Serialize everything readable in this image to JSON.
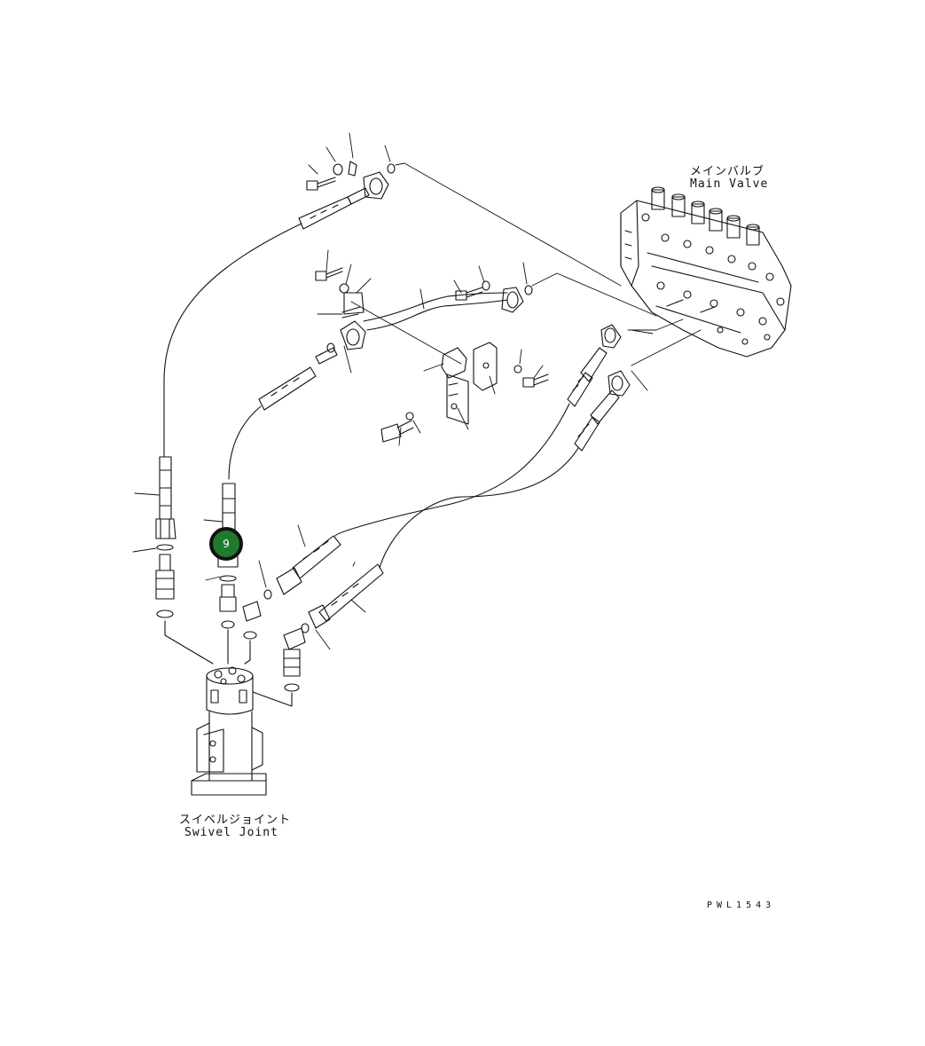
{
  "labels": {
    "main_valve_jp": "メインバルブ",
    "main_valve_en": "Main Valve",
    "swivel_jp": "スイベルジョイント",
    "swivel_en": "Swivel Joint",
    "drawing_code": "PWL1543"
  },
  "callout": {
    "number": "9",
    "color": "#1f7a2e"
  },
  "colors": {
    "line": "#111111",
    "background": "#ffffff"
  }
}
